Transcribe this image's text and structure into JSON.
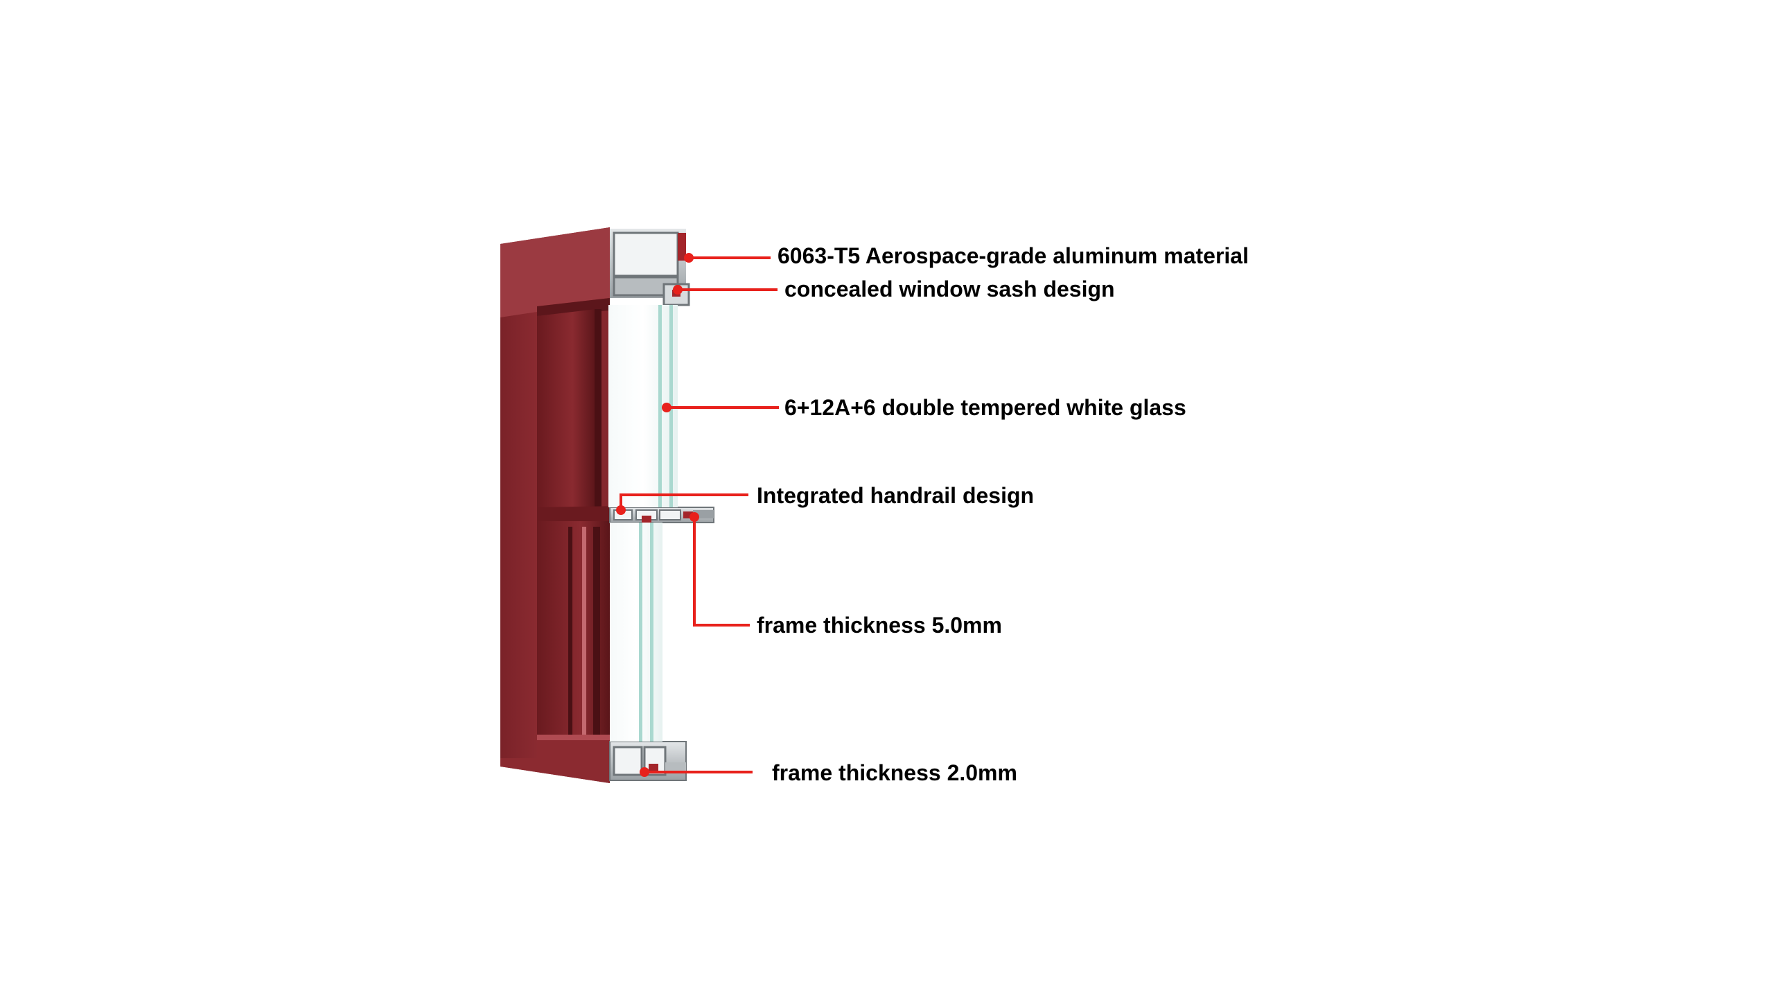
{
  "colors": {
    "frame_face": "#8b2a30",
    "frame_top": "#a5434a",
    "frame_shadow": "#5c161b",
    "frame_deep": "#4a1014",
    "aluminum": "#c9cdd0",
    "aluminum_dark": "#7d8387",
    "glass": "#eef6f6",
    "glass_edge": "#a9d8cf",
    "callout": "#e8211c",
    "label": "#000000"
  },
  "labels": {
    "aluminum_material": "6063-T5 Aerospace-grade aluminum material",
    "sash_design": "concealed window sash design",
    "glass": "6+12A+6 double tempered white glass",
    "handrail": "Integrated handrail design",
    "frame_thickness_upper": "frame thickness 5.0mm",
    "frame_thickness_lower": "frame thickness 2.0mm"
  }
}
